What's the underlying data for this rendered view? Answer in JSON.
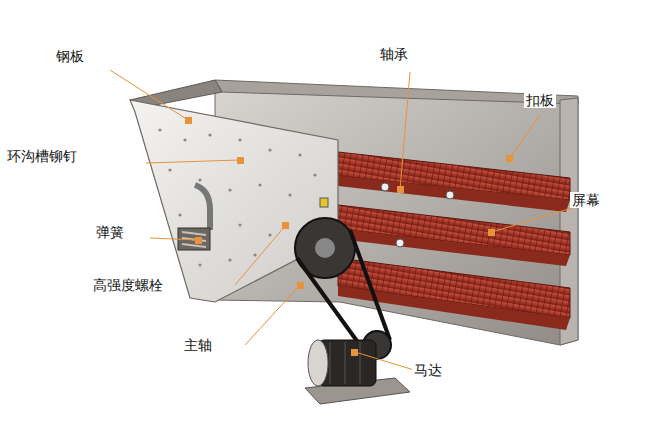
{
  "diagram": {
    "labels": [
      "钢板",
      "轴承",
      "扣板",
      "环沟槽铆钉",
      "屏幕",
      "弹簧",
      "高强度螺栓",
      "主轴",
      "马达"
    ]
  }
}
